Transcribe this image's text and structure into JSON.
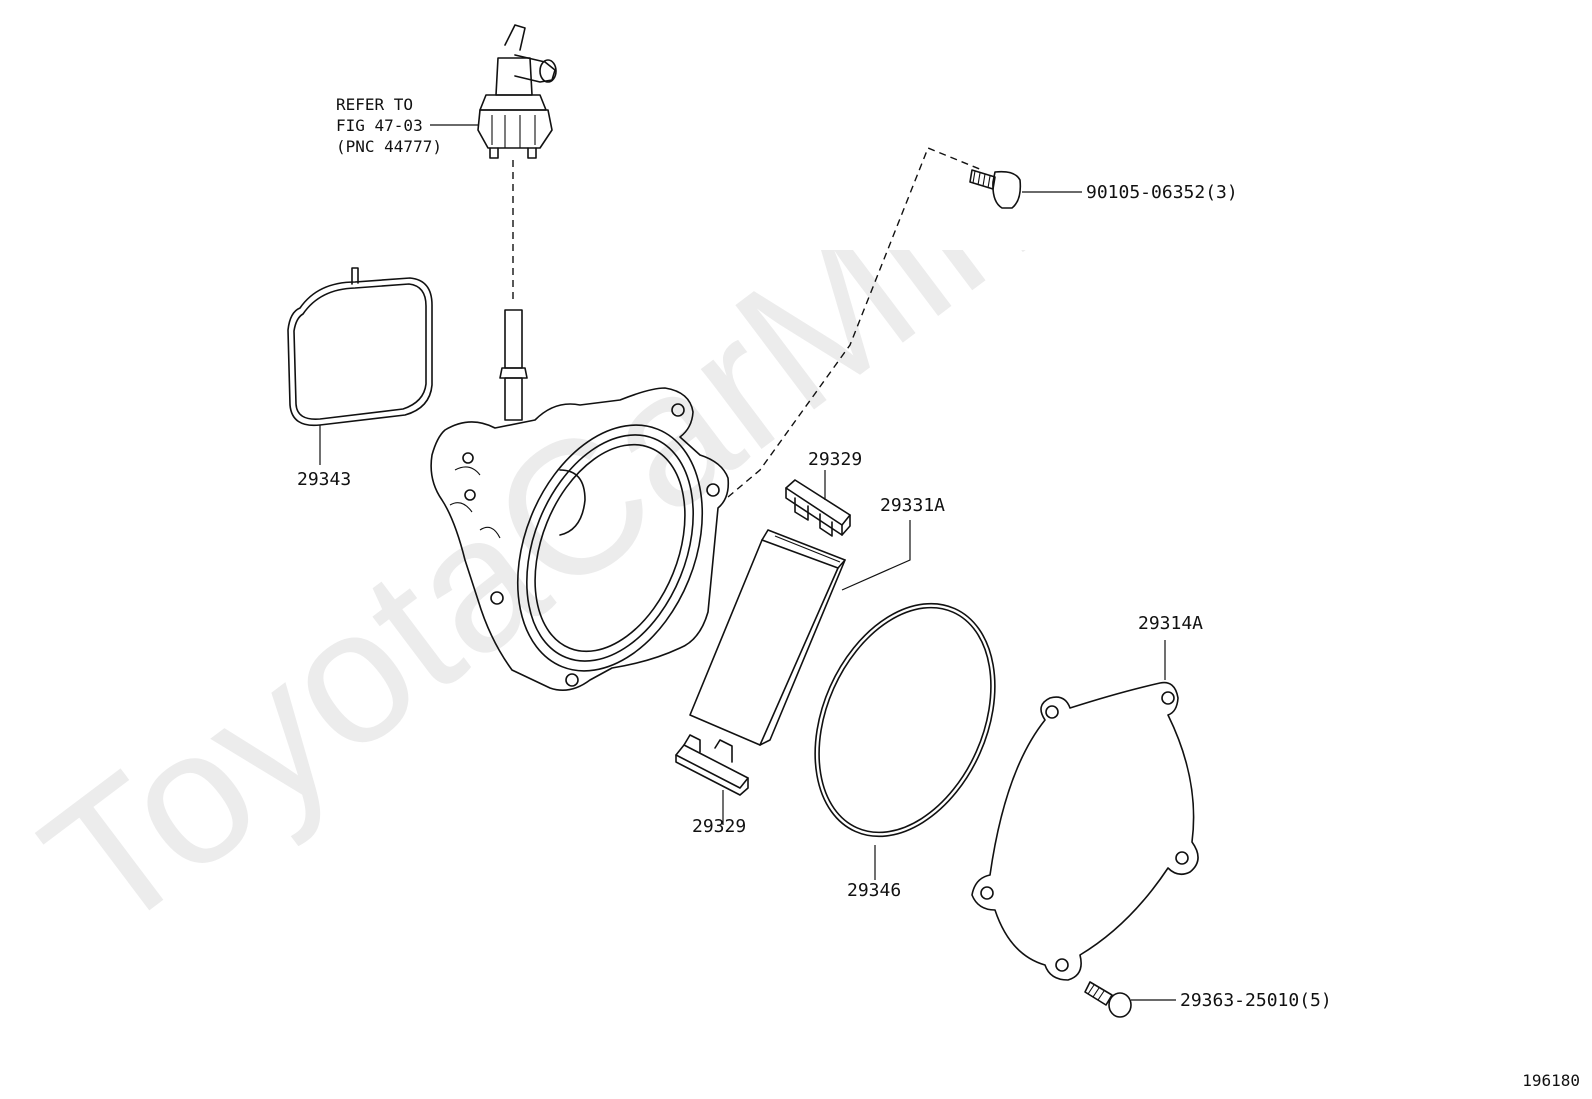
{
  "watermark": "ToyotaCarMine.ru",
  "figure_number": "196180",
  "reference_note": {
    "line1": "REFER TO",
    "line2": "FIG 47-03",
    "line3": "(PNC 44777)"
  },
  "part_labels": {
    "bolt_top": "90105-06352(3)",
    "gasket_left": "29343",
    "clip_upper": "29329",
    "rotor_vane": "29331A",
    "cover_plate": "29314A",
    "clip_lower": "29329",
    "o_ring": "29346",
    "bolt_bottom": "29363-25010(5)"
  }
}
